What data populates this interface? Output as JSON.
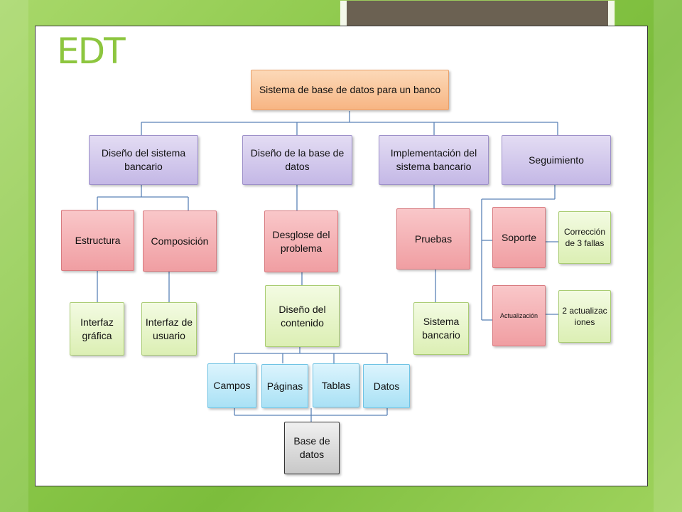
{
  "slide": {
    "title": "EDT"
  },
  "diagram": {
    "root": "Sistema de base de datos para un banco",
    "level1": {
      "diseno_sistema": "Diseño del sistema bancario",
      "diseno_base": "Diseño de la base de datos",
      "implementacion": "Implementación del sistema bancario",
      "seguimiento": "Seguimiento"
    },
    "level2": {
      "estructura": "Estructura",
      "composicion": "Composición",
      "desglose": "Desglose del problema",
      "pruebas": "Pruebas",
      "soporte": "Soporte",
      "actualizacion": "Actualización"
    },
    "level3": {
      "interfaz_grafica": "Interfaz gráfica",
      "interfaz_usuario": "Interfaz de usuario",
      "diseno_contenido": "Diseño del contenido",
      "sistema_bancario": "Sistema bancario",
      "correccion": "Corrección de 3 fallas",
      "actualizaciones": "2 actualizaciones"
    },
    "level4": {
      "campos": "Campos",
      "paginas": "Páginas",
      "tablas": "Tablas",
      "datos": "Datos"
    },
    "level5": {
      "base_datos": "Base de datos"
    }
  },
  "colors": {
    "background_green": "#8cc84a",
    "title_green": "#8dc63f",
    "connector": "#5b82b6",
    "root": "#f7b583",
    "level1": "#c4b8e6",
    "level2": "#f09ea2",
    "level3": "#dcefb4",
    "level4": "#a9e1f5",
    "level5": "#c8c8c8"
  }
}
